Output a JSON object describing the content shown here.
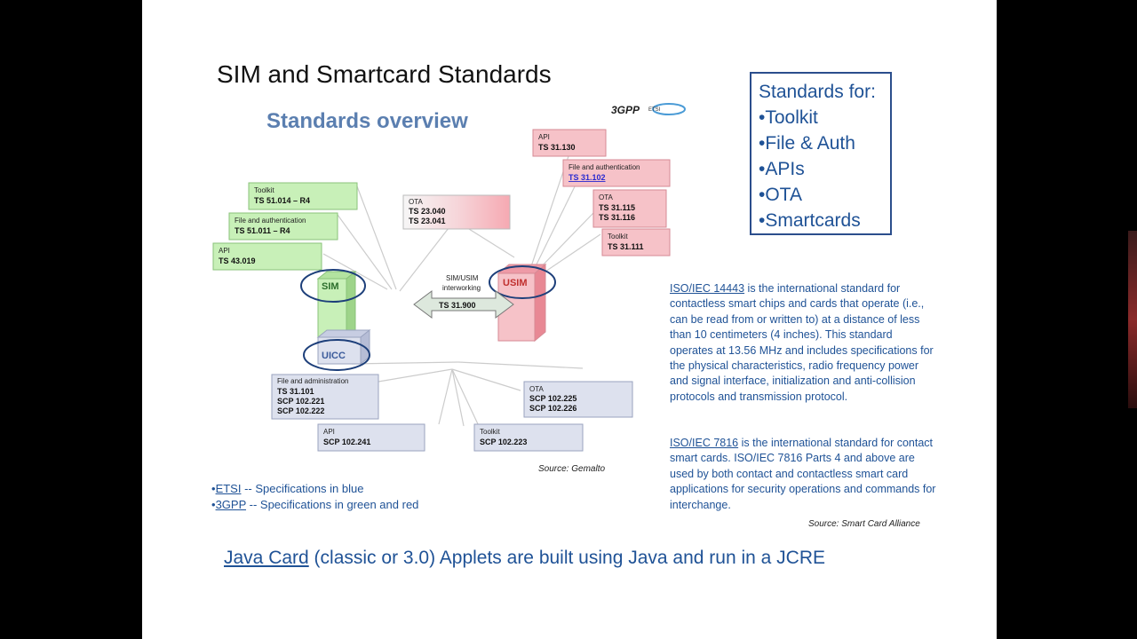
{
  "slide": {
    "title": "SIM and Smartcard Standards",
    "callout": {
      "heading": "Standards for:",
      "items": [
        "•Toolkit",
        "•File & Auth",
        "•APIs",
        "•OTA",
        "•Smartcards"
      ]
    },
    "diagram": {
      "heading": "Standards overview",
      "logo_3gpp": "3GPP",
      "logo_etsi": "ETSI",
      "green": [
        {
          "title": "Toolkit",
          "spec": "TS 51.014 – R4"
        },
        {
          "title": "File and authentication",
          "spec": "TS 51.011 – R4"
        },
        {
          "title": "API",
          "spec": "TS 43.019"
        }
      ],
      "ota_center": {
        "title": "OTA",
        "spec1": "TS 23.040",
        "spec2": "TS 23.041"
      },
      "red": [
        {
          "title": "API",
          "spec": "TS 31.130"
        },
        {
          "title": "File and authentication",
          "spec": "TS 31.102"
        },
        {
          "title": "OTA",
          "spec": "TS 31.115",
          "spec2": "TS 31.116"
        },
        {
          "title": "Toolkit",
          "spec": "TS 31.111"
        }
      ],
      "sim_label": "SIM",
      "usim_label": "USIM",
      "uicc_label": "UICC",
      "interwork": {
        "line1": "SIM/USIM",
        "line2": "interworking",
        "spec": "TS 31.900"
      },
      "blue": [
        {
          "title": "File and administration",
          "spec1": "TS 31.101",
          "spec2": "SCP 102.221",
          "spec3": "SCP 102.222"
        },
        {
          "title": "API",
          "spec1": "SCP 102.241"
        },
        {
          "title": "Toolkit",
          "spec1": "SCP 102.223"
        },
        {
          "title": "OTA",
          "spec1": "SCP 102.225",
          "spec2": "SCP 102.226"
        }
      ],
      "source": "Source: Gemalto"
    },
    "legend": {
      "line1_link": "ETSI",
      "line1_rest": " -- Specifications in blue",
      "line2_link": "3GPP",
      "line2_rest": " -- Specifications in green and red",
      "bullet": "•"
    },
    "para1_link": "ISO/IEC 14443",
    "para1_rest": " is the international standard for contactless smart chips and cards that operate (i.e., can be read from or written to) at a distance of less than 10 centimeters (4 inches). This standard operates at 13.56 MHz and includes specifications for the physical characteristics, radio frequency power and signal interface, initialization and anti-collision protocols and transmission protocol.",
    "para2_link": "ISO/IEC 7816",
    "para2_rest": " is the international standard for contact smart cards. ISO/IEC 7816 Parts 4 and above are used by both contact and contactless smart card applications for security operations and commands for interchange.",
    "para_source": "Source: Smart Card Alliance",
    "bottom_link": "Java Card",
    "bottom_rest": " (classic or 3.0) Applets are built using Java and run in a JCRE"
  },
  "colors": {
    "accent": "#1f5296",
    "green": "#c8f0b8",
    "red": "#f6c2c8",
    "blue": "#dde1ee"
  }
}
